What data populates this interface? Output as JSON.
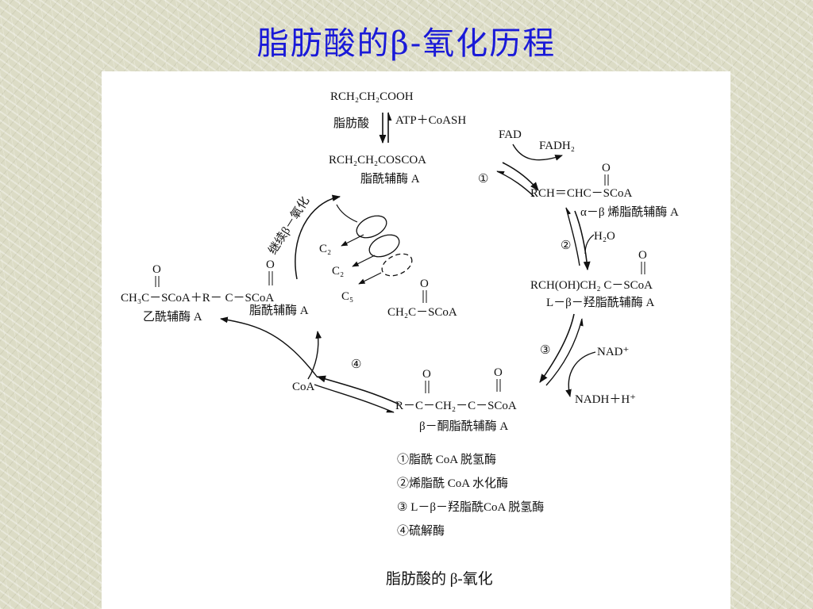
{
  "slide": {
    "title": "脂肪酸的β-氧化历程"
  },
  "diagram": {
    "top": {
      "fatty_acid_formula": "RCH₂CH₂COOH",
      "fatty_acid_label": "脂肪酸",
      "activation_reagents": "ATP＋CoASH",
      "acyl_coa_formula": "RCH₂CH₂COSCOA",
      "acyl_coa_label": "脂酰辅酶 A"
    },
    "step1": {
      "marker": "①",
      "cofactor_in": "FAD",
      "cofactor_out": "FADH₂",
      "product_oxygen": "O",
      "product_formula": "RCH＝CHC－SCoA",
      "product_label": "α－β 烯脂酰辅酶 A"
    },
    "step2": {
      "marker": "②",
      "reagent": "H₂O",
      "product_oxygen": "O",
      "product_formula": "RCH(OH)CH₂ C－SCoA",
      "product_label": "L－β－羟脂酰辅酶 A"
    },
    "step3": {
      "marker": "③",
      "cofactor_in": "NAD⁺",
      "cofactor_out": "NADH＋H⁺",
      "product_oxygen_1": "O",
      "product_oxygen_2": "O",
      "product_formula": "R－C－CH₂－C－SCoA",
      "product_label": "β－酮脂酰辅酶 A"
    },
    "step4": {
      "marker": "④",
      "reagent": "CoA",
      "product_oxygen_1": "O",
      "product_oxygen_2": "O",
      "product_formula": "CH₃C－SCoA＋R－ C－SCoA",
      "acetyl_label": "乙酰辅酶 A",
      "acyl_label": "脂酰辅酶 A"
    },
    "continue": {
      "label": "继续β－氧化",
      "c2_first": "C₂",
      "c2_second": "C₂",
      "c5": "C₅",
      "acetyl_oxygen": "O",
      "acetyl_formula": "CH₂C－SCoA"
    },
    "legend": [
      "①脂酰 CoA 脱氢酶",
      "②烯脂酰 CoA 水化酶",
      "③ L－β－羟脂酰CoA 脱氢酶",
      "④硫解酶"
    ],
    "caption": "脂肪酸的 β-氧化"
  }
}
